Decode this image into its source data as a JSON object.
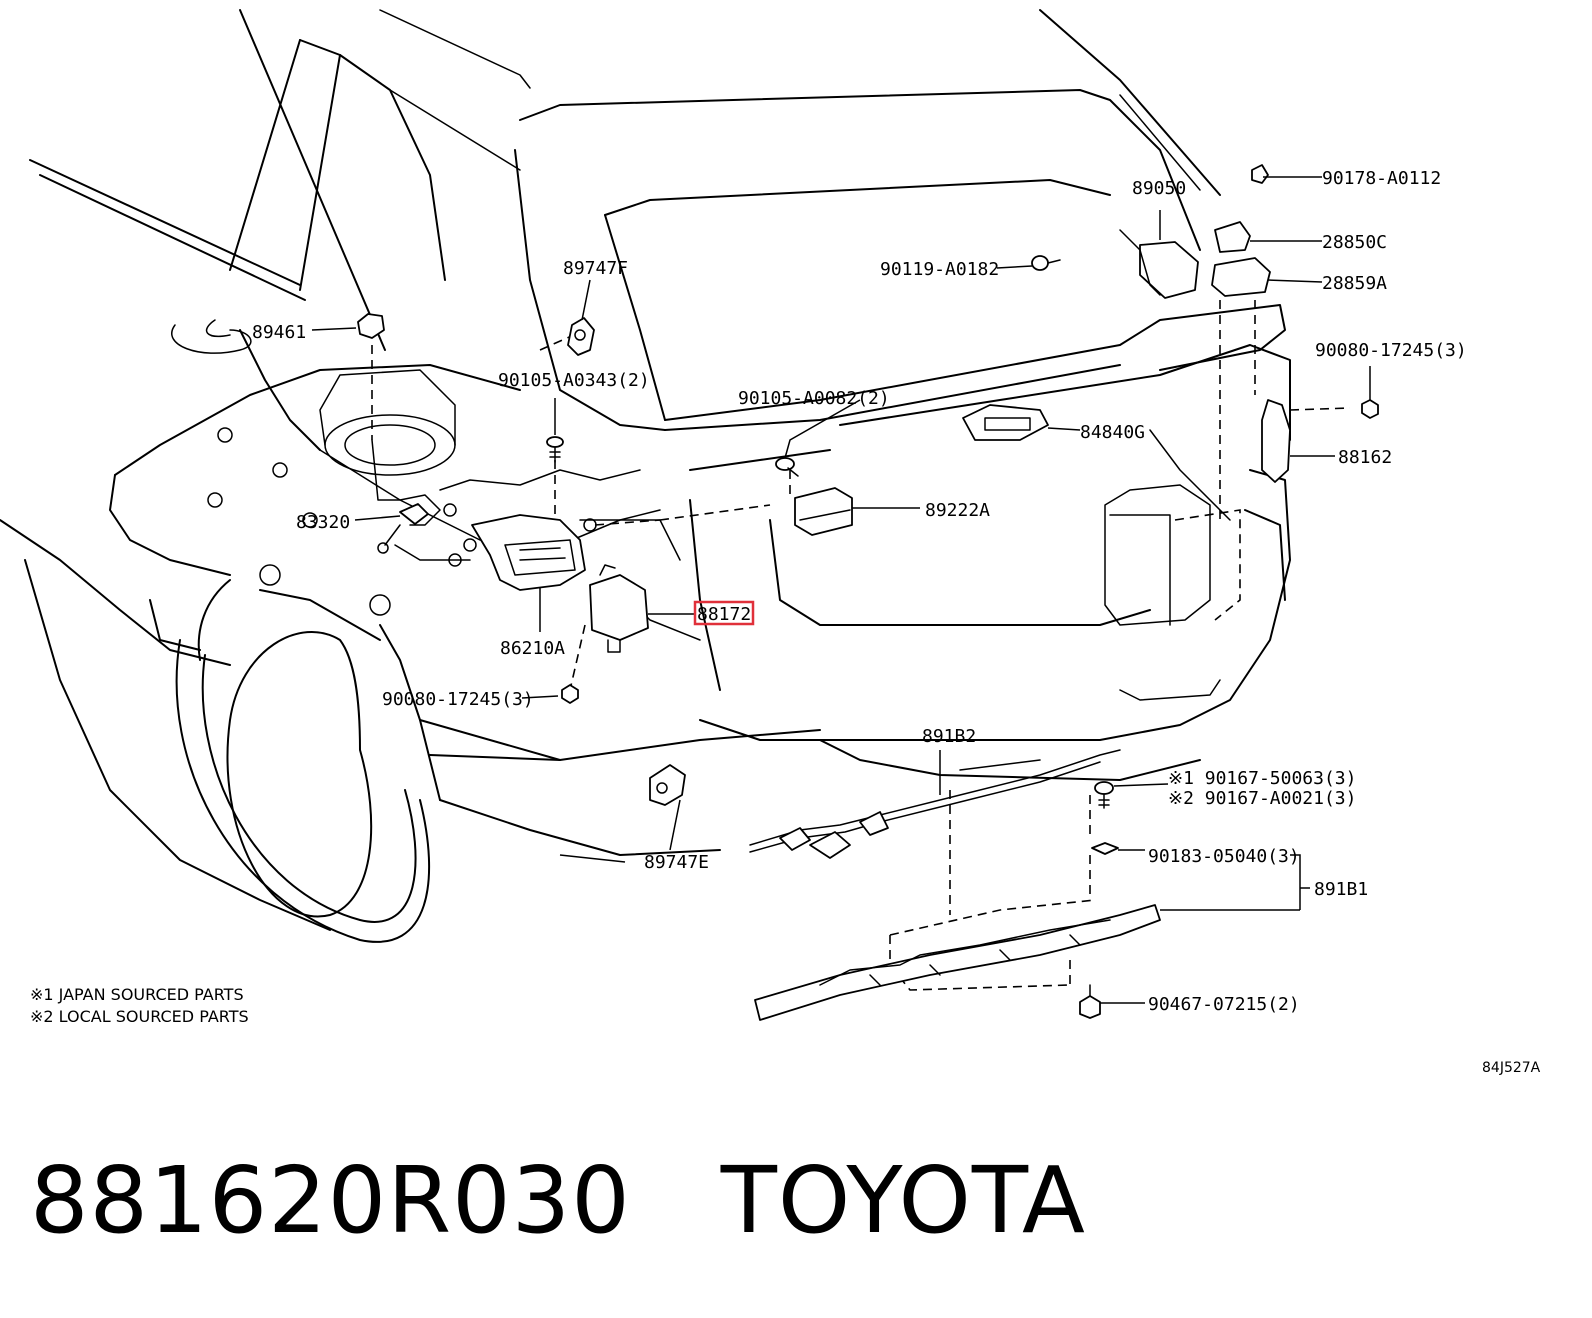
{
  "highlight_color": "#e0303a",
  "callouts": [
    {
      "id": "c1",
      "text": "90178-A0112"
    },
    {
      "id": "c2",
      "text": "89050"
    },
    {
      "id": "c3",
      "text": "28850C"
    },
    {
      "id": "c4",
      "text": "90119-A0182"
    },
    {
      "id": "c5",
      "text": "28859A"
    },
    {
      "id": "c6",
      "text": "89747F"
    },
    {
      "id": "c7",
      "text": "90080-17245(3)"
    },
    {
      "id": "c8",
      "text": "89461"
    },
    {
      "id": "c9",
      "text": "90105-A0343(2)"
    },
    {
      "id": "c10",
      "text": "90105-A0082(2)"
    },
    {
      "id": "c11",
      "text": "84840G"
    },
    {
      "id": "c12",
      "text": "88162"
    },
    {
      "id": "c13",
      "text": "83320"
    },
    {
      "id": "c14",
      "text": "89222A"
    },
    {
      "id": "c15",
      "text": "88172"
    },
    {
      "id": "c16",
      "text": "86210A"
    },
    {
      "id": "c17",
      "text": "90080-17245(3)"
    },
    {
      "id": "c18",
      "text": "891B2"
    },
    {
      "id": "c19",
      "text": "※1 90167-50063(3)"
    },
    {
      "id": "c20",
      "text": "※2 90167-A0021(3)"
    },
    {
      "id": "c21",
      "text": "89747E"
    },
    {
      "id": "c22",
      "text": "90183-05040(3)"
    },
    {
      "id": "c23",
      "text": "891B1"
    },
    {
      "id": "c24",
      "text": "90467-07215(2)"
    }
  ],
  "notes": [
    "※1 JAPAN SOURCED PARTS",
    "※2 LOCAL SOURCED PARTS"
  ],
  "diagram_code": "84J527A",
  "footer": {
    "part_number": "881620R030",
    "brand": "TOYOTA"
  }
}
